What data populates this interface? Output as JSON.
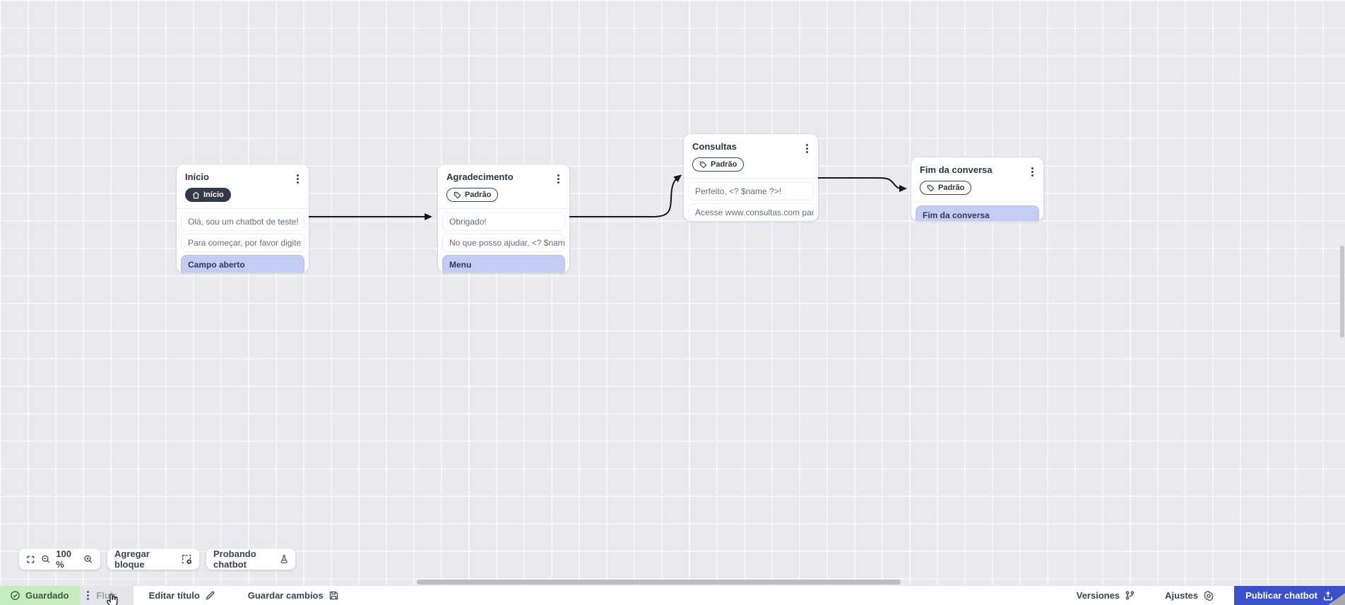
{
  "canvas": {
    "nodes": [
      {
        "title": "Início",
        "badge": "Início",
        "items": [
          {
            "text": "Olá, sou um chatbot de teste!"
          },
          {
            "text": "Para começar, por favor digite o ..."
          },
          {
            "text": "Campo aberto"
          }
        ]
      },
      {
        "title": "Agradecimento",
        "badge": "Padrão",
        "items": [
          {
            "text": "Obrigado!"
          },
          {
            "text": "No que posso ajudar, <? $name ..."
          },
          {
            "text": "Menu"
          }
        ]
      },
      {
        "title": "Consultas",
        "badge": "Padrão",
        "items": [
          {
            "text": "Perfeito, <? $name ?>!"
          },
          {
            "text": "Acesse www.consultas.com par..."
          }
        ]
      },
      {
        "title": "Fim da conversa",
        "badge": "Padrão",
        "items": [
          {
            "text": "Fim da conversa"
          }
        ]
      }
    ]
  },
  "toolbar": {
    "zoom_level": "100 %",
    "icons": [
      "fullscreen-icon",
      "zoom-out-icon",
      "zoom-in-icon"
    ],
    "add_block_label": "Agregar bloque",
    "add_block_icon": "add-block-icon",
    "test_chatbot_label": "Probando chatbot",
    "test_chatbot_icon": "flask-icon"
  },
  "statusbar": {
    "saved_label": "Guardado",
    "saved_icon": "check-circle-icon",
    "flow_tab_label": "Fluir",
    "edit_title_label": "Editar título",
    "edit_title_icon": "pencil-icon",
    "save_changes_label": "Guardar cambios",
    "save_changes_icon": "floppy-icon",
    "versions_label": "Versiones",
    "versions_icon": "git-branch-icon",
    "settings_label": "Ajustes",
    "settings_icon": "gear-icon",
    "publish_label": "Publicar chatbot",
    "publish_icon": "upload-icon"
  },
  "colors": {
    "accent_blue": "#3a51c9",
    "saved_green_bg": "#c7ecc0",
    "saved_green_text": "#3c5a44",
    "highlight_item": "#c5ccf3",
    "badge_dark": "#323949",
    "wire": "#161616",
    "canvas_bg": "#eae9ed"
  }
}
